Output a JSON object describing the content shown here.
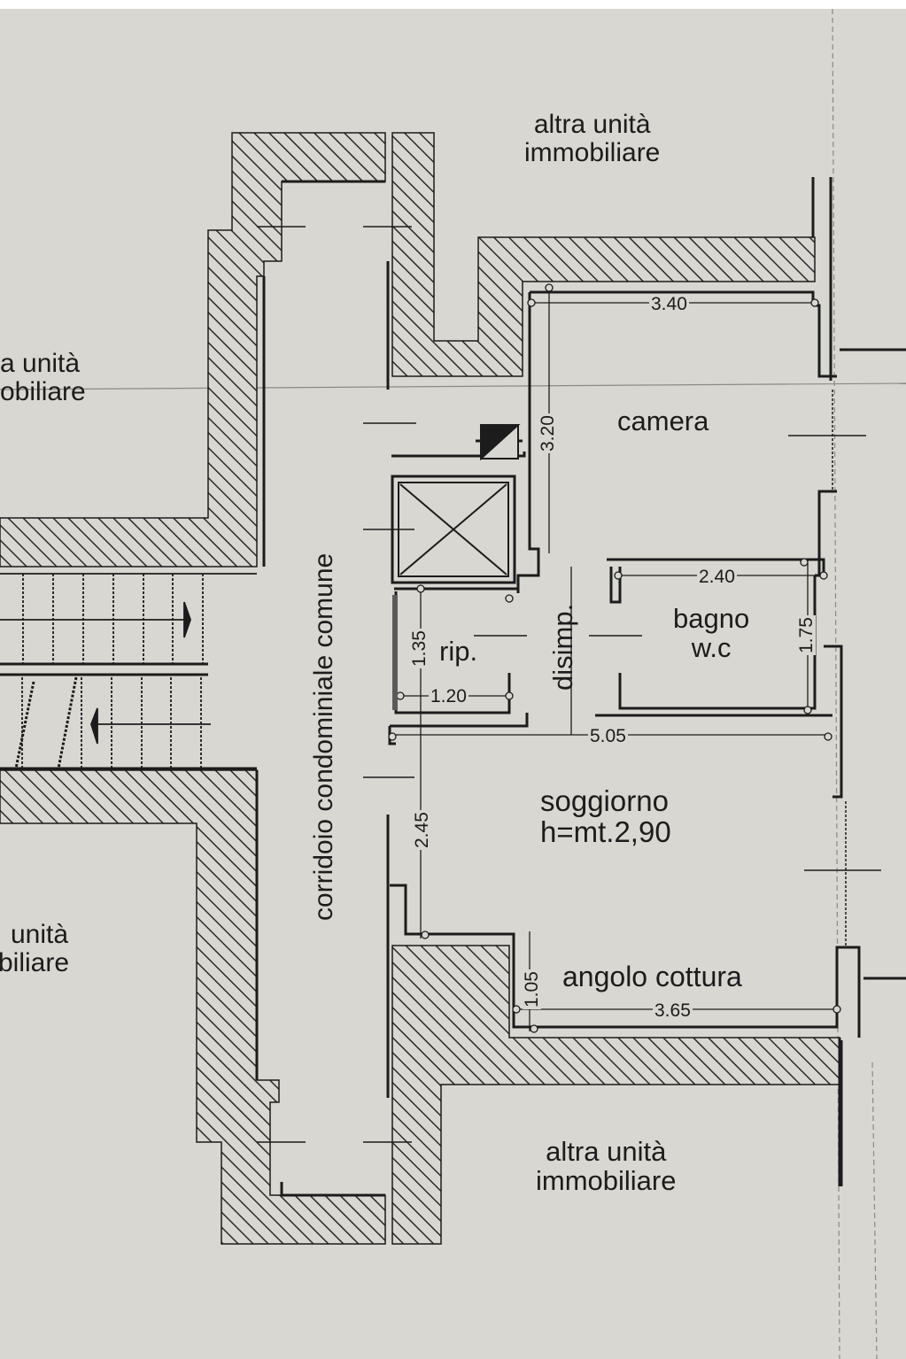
{
  "plan": {
    "background_color": "#d9d7d1",
    "ink_color": "#1c1c1c",
    "hatch_color": "#2a2a2a"
  },
  "labels": {
    "other_unit_top": [
      "altra unità",
      "immobiliare"
    ],
    "other_unit_left_upper": [
      "a unità",
      "obiliare"
    ],
    "other_unit_left_lower": [
      "unità",
      "biliare"
    ],
    "other_unit_bottom": [
      "altra unità",
      "immobiliare"
    ],
    "corridor": "corridoio condominiale comune"
  },
  "rooms": [
    {
      "id": "camera",
      "name": "camera"
    },
    {
      "id": "rip",
      "name": "rip."
    },
    {
      "id": "disimp",
      "name": "disimp."
    },
    {
      "id": "bagno",
      "name": "bagno",
      "subname": "w.c"
    },
    {
      "id": "soggiorno",
      "name": "soggiorno",
      "subname": "h=mt.2,90"
    },
    {
      "id": "angolo-cottura",
      "name": "angolo cottura"
    }
  ],
  "dimensions": {
    "camera_width": "3.40",
    "camera_depth": "3.20",
    "bagno_width": "2.40",
    "bagno_depth": "1.75",
    "rip_depth": "1.35",
    "rip_width": "1.20",
    "soggiorno_width": "5.05",
    "soggiorno_depth": "2.45",
    "cottura_depth": "1.05",
    "cottura_width": "3.65"
  },
  "symbols": {
    "elevator": "elevator-shaft-x",
    "stairs": "staircase",
    "shaft": "ventilation-shaft"
  }
}
